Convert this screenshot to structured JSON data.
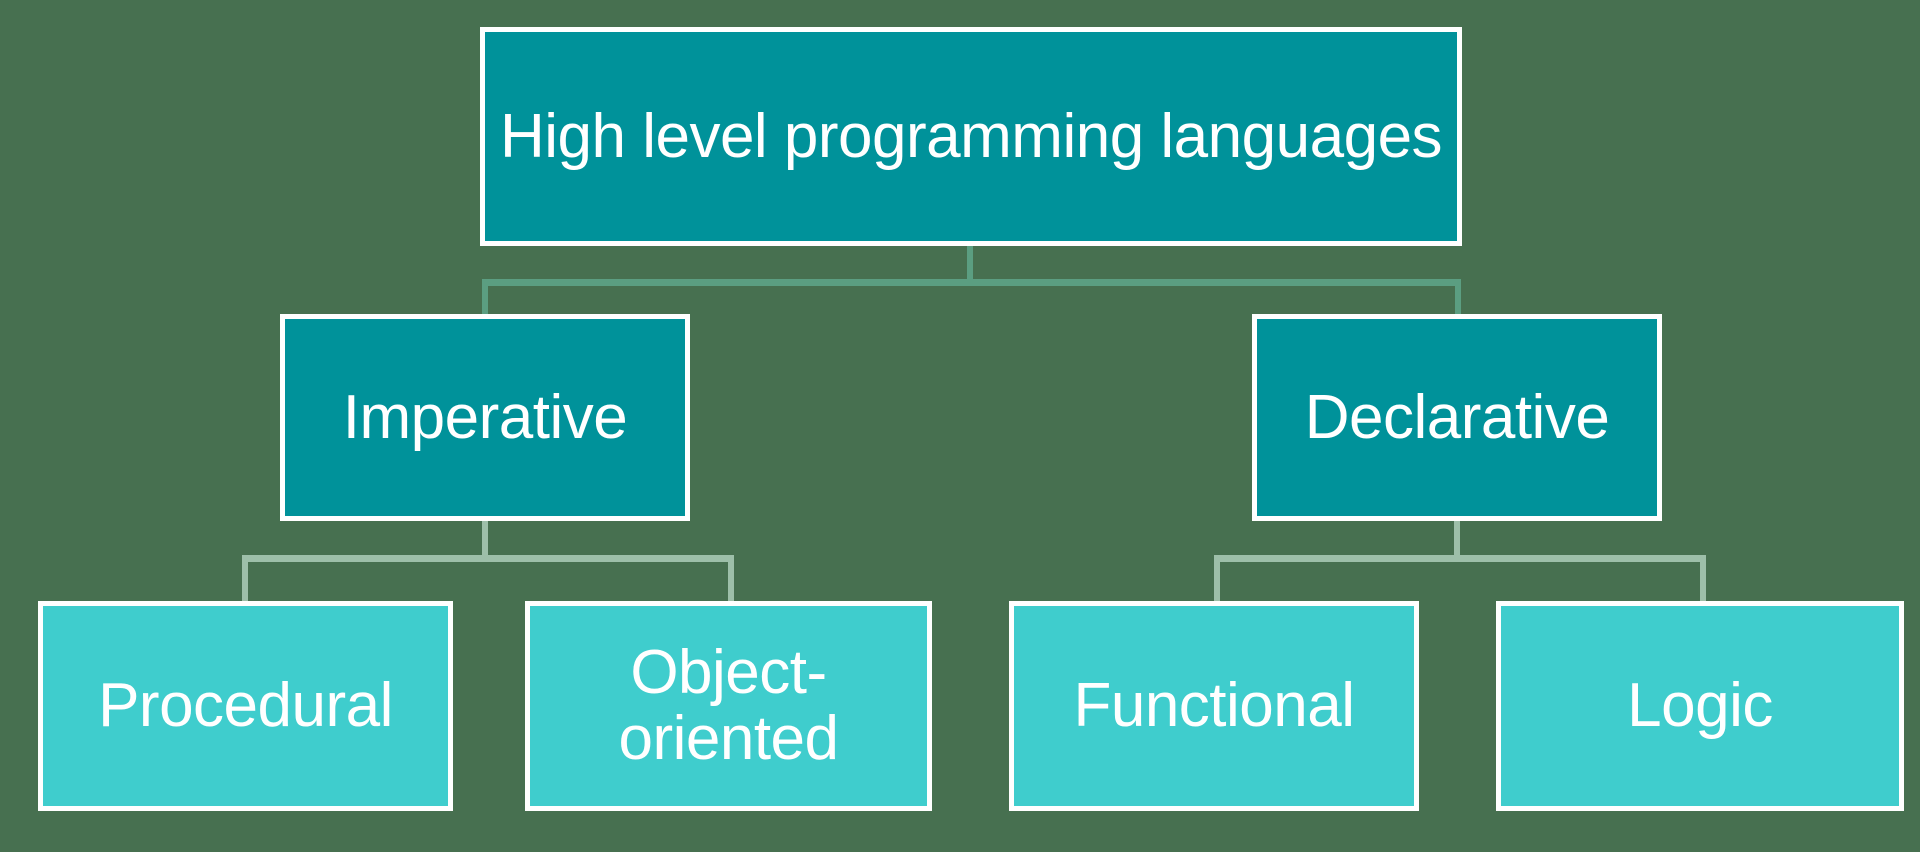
{
  "diagram": {
    "title": "High level programming languages classification",
    "type": "hierarchy-tree",
    "background_color": "#477050",
    "colors": {
      "level_1_fill": "#00929a",
      "level_2_fill": "#00929a",
      "level_3_fill": "#3fcdcd",
      "box_border": "#ffffff",
      "text": "#ffffff",
      "connector_upper": "#5b9e81",
      "connector_lower": "#9dbfa9"
    },
    "nodes": {
      "root": {
        "label": "High level programming languages",
        "level": 1
      },
      "imperative": {
        "label": "Imperative",
        "level": 2
      },
      "declarative": {
        "label": "Declarative",
        "level": 2
      },
      "procedural": {
        "label": "Procedural",
        "level": 3
      },
      "object_oriented": {
        "label": "Object-oriented",
        "level": 3
      },
      "functional": {
        "label": "Functional",
        "level": 3
      },
      "logic": {
        "label": "Logic",
        "level": 3
      }
    },
    "edges": [
      {
        "from": "root",
        "to": "imperative"
      },
      {
        "from": "root",
        "to": "declarative"
      },
      {
        "from": "imperative",
        "to": "procedural"
      },
      {
        "from": "imperative",
        "to": "object_oriented"
      },
      {
        "from": "declarative",
        "to": "functional"
      },
      {
        "from": "declarative",
        "to": "logic"
      }
    ]
  }
}
